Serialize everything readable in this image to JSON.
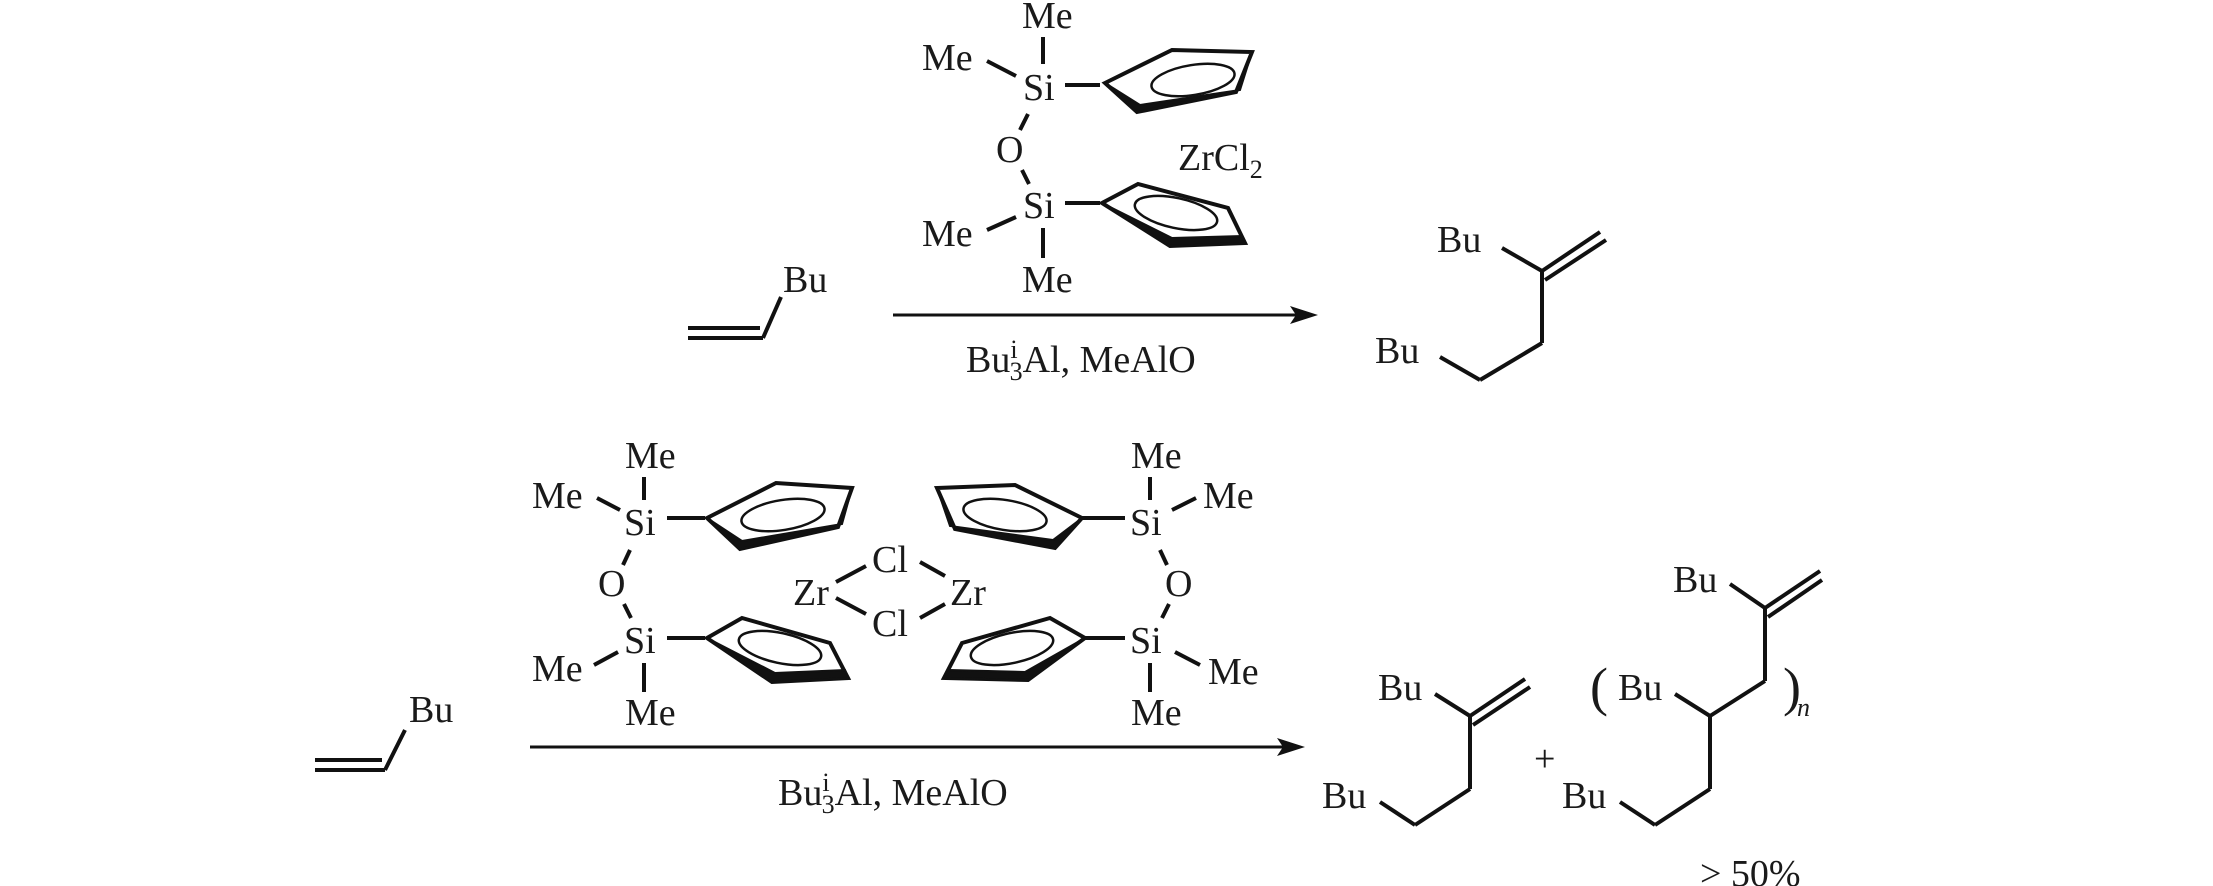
{
  "scheme": {
    "reactions": [
      {
        "id": "reaction-1",
        "reactant": {
          "substituent": "Bu"
        },
        "catalyst": {
          "labels": {
            "me": "Me",
            "si": "Si",
            "o": "O",
            "metal_fragment": "ZrCl",
            "metal_subscript": "2"
          }
        },
        "reagents": {
          "prefix": "Bu",
          "superscript": "i",
          "subscript": "3",
          "rest": "Al, MeAlO"
        },
        "products": [
          {
            "substituent_top": "Bu",
            "substituent_bottom": "Bu"
          }
        ]
      },
      {
        "id": "reaction-2",
        "reactant": {
          "substituent": "Bu"
        },
        "catalyst": {
          "labels": {
            "me": "Me",
            "si": "Si",
            "o": "O",
            "zr": "Zr",
            "cl": "Cl"
          }
        },
        "reagents": {
          "prefix": "Bu",
          "superscript": "i",
          "subscript": "3",
          "rest": "Al, MeAlO"
        },
        "plus": "+",
        "products": [
          {
            "substituent_top": "Bu",
            "substituent_bottom": "Bu"
          },
          {
            "substituent_top": "Bu",
            "substituent_repeat": "Bu",
            "substituent_bottom": "Bu",
            "open_paren": "(",
            "close_paren": ")",
            "repeat_index": "n",
            "yield": "> 50%"
          }
        ]
      }
    ]
  }
}
